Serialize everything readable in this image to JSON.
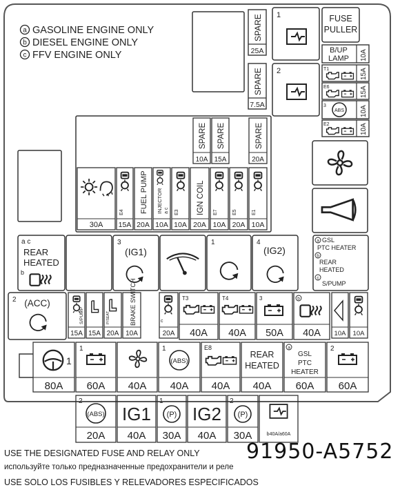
{
  "legend": [
    {
      "mark": "a",
      "text": "GASOLINE ENGINE ONLY"
    },
    {
      "mark": "b",
      "text": "DIESEL ENGINE ONLY"
    },
    {
      "mark": "c",
      "text": "FFV ENGINE ONLY"
    }
  ],
  "top_right": {
    "spare_1": {
      "label": "SPARE",
      "amp": "25A"
    },
    "spare_2": {
      "label": "SPARE",
      "amp": "7.5A"
    },
    "relay_1_num": "1",
    "relay_2_num": "2",
    "fuse_puller": [
      "FUSE",
      "PULLER"
    ],
    "bup_lamp": {
      "label": [
        "B/UP",
        "LAMP"
      ],
      "amp": "10A"
    },
    "small_fuses": [
      {
        "num": "T1",
        "amp": "15A"
      },
      {
        "num": "E6",
        "amp": "15A"
      },
      {
        "num": "3",
        "amp": "10A"
      },
      {
        "num": "E2",
        "amp": "10A"
      }
    ]
  },
  "mid_block": {
    "spares": [
      {
        "label": "SPARE",
        "amp": "10A"
      },
      {
        "label": "SPARE",
        "amp": "15A"
      },
      {
        "label": "SPARE",
        "amp": "20A"
      }
    ],
    "row": [
      {
        "label": "",
        "amp": "30A",
        "mark": ""
      },
      {
        "label": "",
        "amp": "15A",
        "mark": "E4"
      },
      {
        "label": "FUEL PUMP",
        "amp": "20A",
        "mark": ""
      },
      {
        "label": "INJECTOR",
        "amp": "10A",
        "mark": "a c"
      },
      {
        "label": "",
        "amp": "10A",
        "mark": "E3"
      },
      {
        "label": "IGN COIL",
        "amp": "20A",
        "mark": ""
      },
      {
        "label": "",
        "amp": "10A",
        "mark": "E7"
      },
      {
        "label": "",
        "amp": "20A",
        "mark": "E5"
      },
      {
        "label": "",
        "amp": "10A",
        "mark": "E1"
      }
    ]
  },
  "relays": {
    "rear_heated": {
      "mark": "a c",
      "text": [
        "REAR",
        "HEATED"
      ],
      "mark2": "b"
    },
    "ig1": {
      "num": "3",
      "label": "(IG1)"
    },
    "wiper": {
      "num": ""
    },
    "r1": {
      "num": "1"
    },
    "ig2": {
      "num": "4",
      "label": "(IG2)"
    },
    "gsl": {
      "lines": [
        "GSL",
        "PTC HEATER",
        "REAR",
        "HEATED",
        "S/PUMP"
      ],
      "marks": [
        "a",
        "b",
        "c"
      ]
    }
  },
  "row5": {
    "acc": {
      "num": "2",
      "label": "(ACC)"
    },
    "fuses": [
      {
        "amp": "15A",
        "text": "S/PUMP"
      },
      {
        "amp": "15A",
        "text": ""
      },
      {
        "amp": "20A",
        "text": "P/SEAT"
      },
      {
        "amp": "10A",
        "text": "BRAKE SWITCH"
      }
    ],
    "fuse_20": {
      "amp": "20A",
      "mark": "c"
    },
    "big": [
      {
        "num": "T3",
        "amp": "40A"
      },
      {
        "num": "T4",
        "amp": "40A"
      },
      {
        "num": "3",
        "amp": "50A"
      },
      {
        "num": "b",
        "amp": "40A"
      }
    ],
    "tail": [
      {
        "amp": "10A"
      },
      {
        "amp": "10A"
      }
    ]
  },
  "row6": [
    {
      "num": "1",
      "amp": "80A"
    },
    {
      "num": "1",
      "amp": "60A"
    },
    {
      "num": "",
      "amp": "40A"
    },
    {
      "num": "1",
      "amp": "40A",
      "text": "(ABS)"
    },
    {
      "num": "E8",
      "amp": "40A"
    },
    {
      "num": "",
      "amp": "40A",
      "text": "REAR HEATED"
    },
    {
      "num": "a",
      "amp": "60A",
      "text": "GSL PTC HEATER"
    },
    {
      "num": "2",
      "amp": "60A"
    }
  ],
  "row7": [
    {
      "num": "2",
      "amp": "20A",
      "text": "(ABS)"
    },
    {
      "num": "",
      "amp": "40A",
      "text": "IG1"
    },
    {
      "num": "1",
      "amp": "30A",
      "text": "(P)"
    },
    {
      "num": "",
      "amp": "40A",
      "text": "IG2"
    },
    {
      "num": "2",
      "amp": "30A",
      "text": "(P)"
    },
    {
      "num": "",
      "amp": "",
      "text": "b40A/a60A"
    }
  ],
  "footer": {
    "line1": "USE THE DESIGNATED FUSE AND RELAY ONLY",
    "part_no": "91950-A5752",
    "line2": "используйте только предназначенные предохранители и реле",
    "line3": "USE SOLO LOS FUSIBLES Y RELEVADORES ESPECIFICADOS"
  }
}
